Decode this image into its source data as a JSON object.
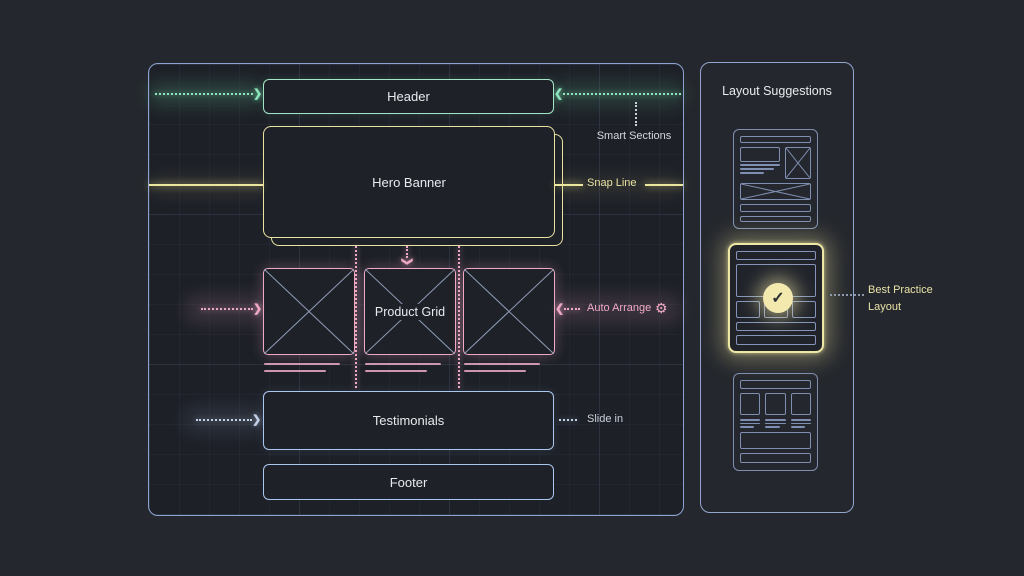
{
  "canvas": {
    "sections": [
      {
        "id": "header",
        "label": "Header"
      },
      {
        "id": "hero",
        "label": "Hero Banner"
      },
      {
        "id": "product-grid",
        "label": "Product Grid"
      },
      {
        "id": "testimonials",
        "label": "Testimonials"
      },
      {
        "id": "footer",
        "label": "Footer"
      }
    ],
    "annotations": {
      "smart_sections": "Smart Sections",
      "snap_line": "Snap Line",
      "auto_arrange": "Auto Arrange",
      "slide_in": "Slide in"
    }
  },
  "suggestions": {
    "title": "Layout Suggestions",
    "best_practice": {
      "line1": "Best Practice",
      "line2": "Layout"
    }
  },
  "icons": {
    "gear": "⚙",
    "check": "✓",
    "chevron_right": "❯",
    "chevron_left": "❮"
  },
  "colors": {
    "background": "#24272d",
    "canvas_border": "#8ea3d2",
    "header_accent": "#a3e6c6",
    "hero_accent": "#ece79f",
    "product_accent": "#f0a9c5",
    "content_accent": "#abc7f0",
    "highlight": "#eee8a6",
    "text": "#e8ebee"
  }
}
